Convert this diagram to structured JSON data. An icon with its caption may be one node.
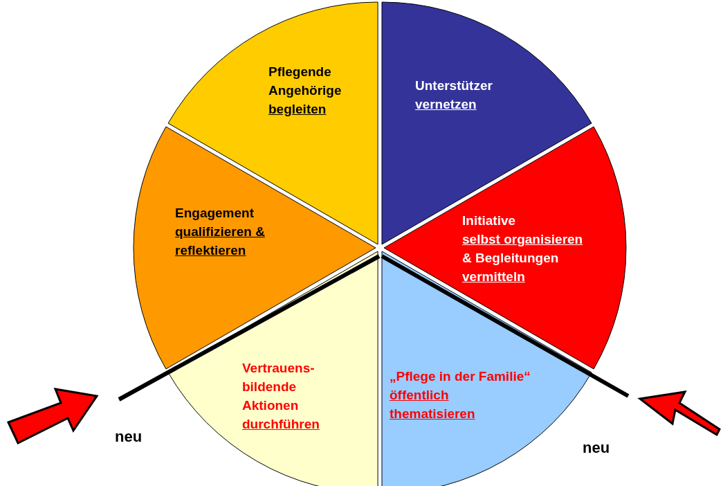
{
  "diagram": {
    "nodes": [
      {
        "text": [
          "Pflegende Angehörige",
          "begleiten"
        ]
      },
      {
        "text": [
          "Unterstützer",
          "vernetzen"
        ]
      },
      {
        "text": [
          "Engagement",
          "qualifizieren & reflektieren"
        ]
      },
      {
        "text": [
          "Initiative",
          "selbst organisieren",
          "& Begleitungen",
          "vermitteln"
        ]
      },
      {
        "text": [
          "Vertrauens- bildende Aktionen",
          "durchführen"
        ]
      },
      {
        "text": [
          "„Pflege in der Familie“",
          "öffentlich thematisieren"
        ]
      }
    ],
    "edges": [],
    "labels": [
      "neu",
      "neu"
    ]
  }
}
